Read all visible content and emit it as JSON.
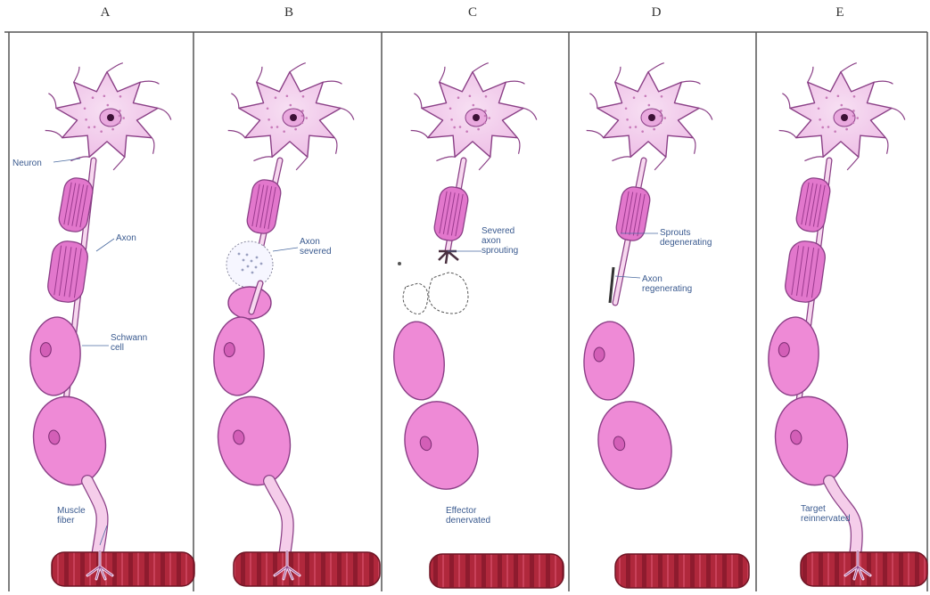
{
  "panel_letters": [
    "A",
    "B",
    "C",
    "D",
    "E"
  ],
  "labels": {
    "neuron": "Neuron",
    "axon": "Axon",
    "axon_severed": "Axon\nsevered",
    "schwann_cell": "Schwann\ncell",
    "muscle_fiber": "Muscle\nfiber",
    "severed_axon_sprouting": "Severed\naxon\nsprouting",
    "effector_denervated": "Effector\ndenervated",
    "sprouts_degenerating": "Sprouts\ndegenerating",
    "axon_regenerating": "Axon\nregenerating",
    "target_reinnervated": "Target\nreinnervated"
  },
  "colors": {
    "cell_body": "#f0c8ea",
    "cell_outline": "#8a3f86",
    "myelin": "#e277cc",
    "schwann": "#ee8ad6",
    "axon": "#f7d8ef",
    "muscle": "#b0283c",
    "muscle_dark": "#6e1424",
    "label": "#3a5a8f",
    "leader": "#4a6aa0",
    "frame": "#555555"
  }
}
